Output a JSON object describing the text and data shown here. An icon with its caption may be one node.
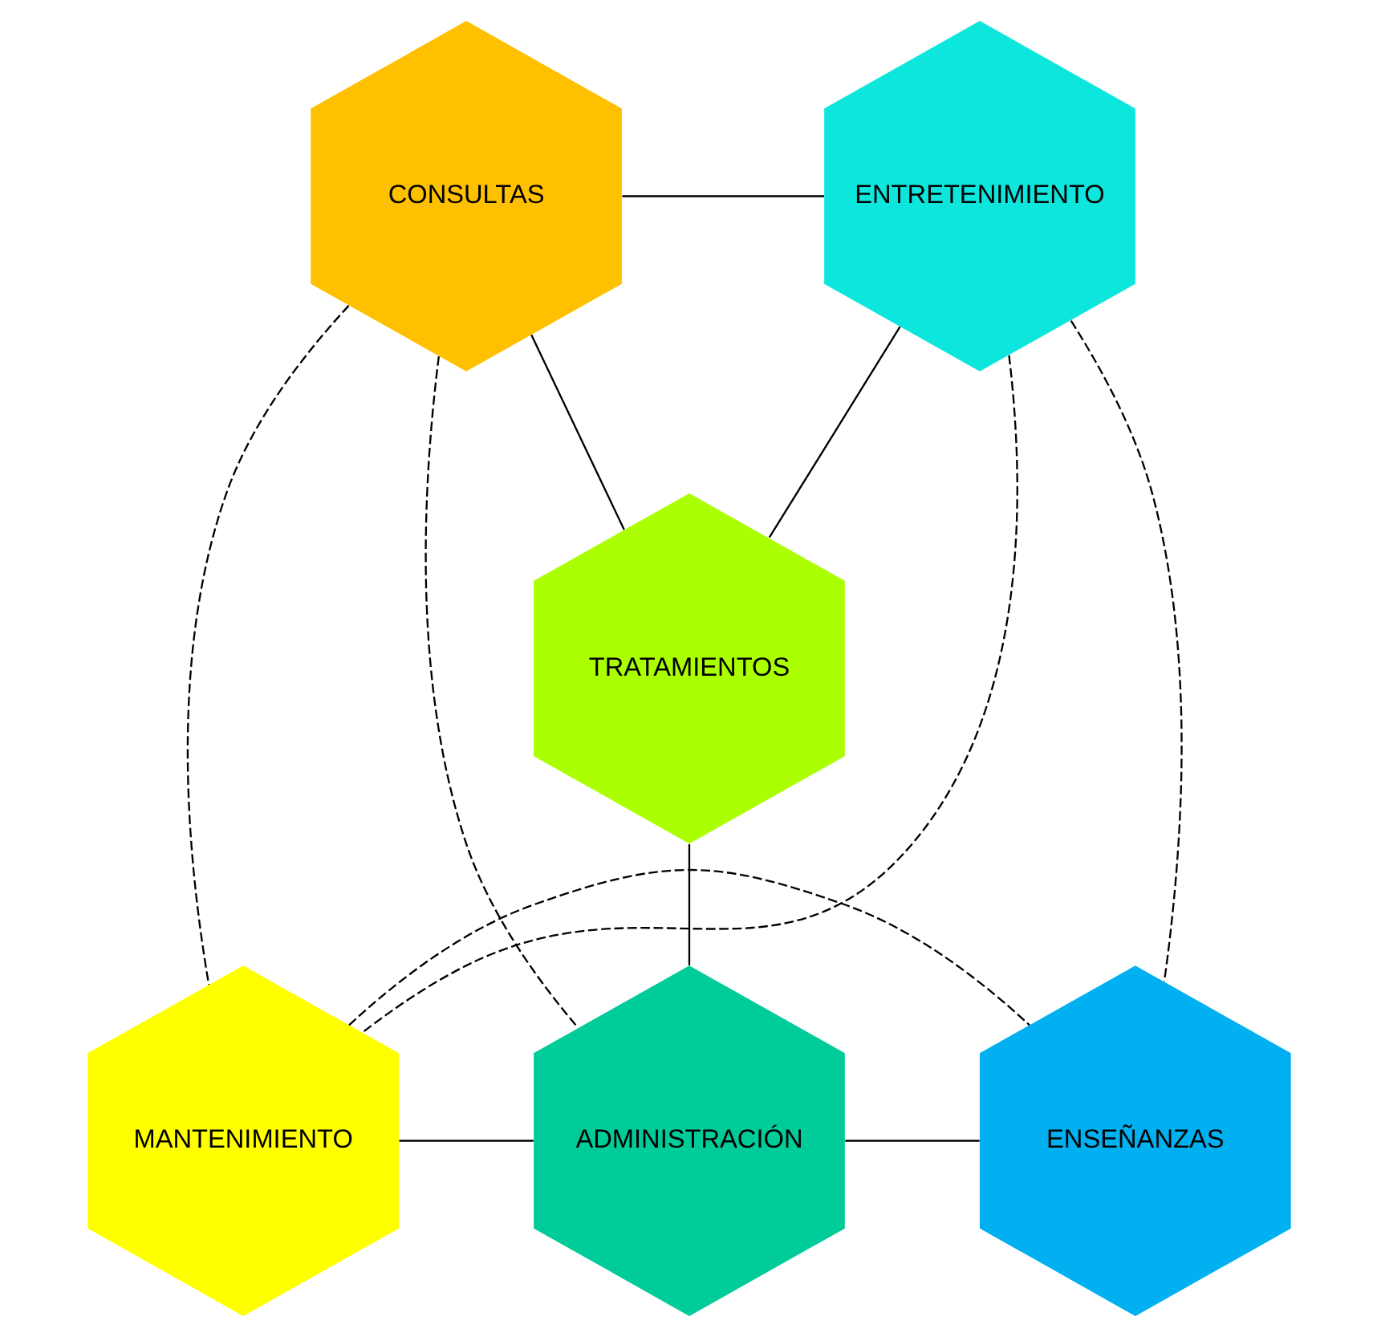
{
  "diagram": {
    "nodes": [
      {
        "text": [
          "CONSULTAS"
        ]
      },
      {
        "text": [
          "ENTRETENIMIENTO"
        ]
      },
      {
        "text": [
          "TRATAMIENTOS"
        ]
      },
      {
        "text": [
          "MANTENIMIENTO"
        ]
      },
      {
        "text": [
          "ADMINISTRACIÓN"
        ]
      },
      {
        "text": [
          "ENSEÑANZAS"
        ]
      }
    ],
    "edges": [
      {
        "from": 0,
        "to": 1,
        "arrow": "none"
      },
      {
        "from": 0,
        "to": 2,
        "arrow": "none"
      },
      {
        "from": 1,
        "to": 2,
        "arrow": "none"
      },
      {
        "from": 0,
        "to": 3,
        "arrow": "none",
        "style": "dashed"
      },
      {
        "from": 0,
        "to": 4,
        "arrow": "none",
        "style": "dashed"
      },
      {
        "from": 1,
        "to": 3,
        "arrow": "none",
        "style": "dashed"
      },
      {
        "from": 1,
        "to": 5,
        "arrow": "none",
        "style": "dashed"
      },
      {
        "from": 2,
        "to": 4,
        "arrow": "none"
      },
      {
        "from": 3,
        "to": 5,
        "arrow": "none",
        "style": "dashed"
      },
      {
        "from": 3,
        "to": 4,
        "arrow": "none"
      },
      {
        "from": 4,
        "to": 5,
        "arrow": "none"
      }
    ]
  }
}
